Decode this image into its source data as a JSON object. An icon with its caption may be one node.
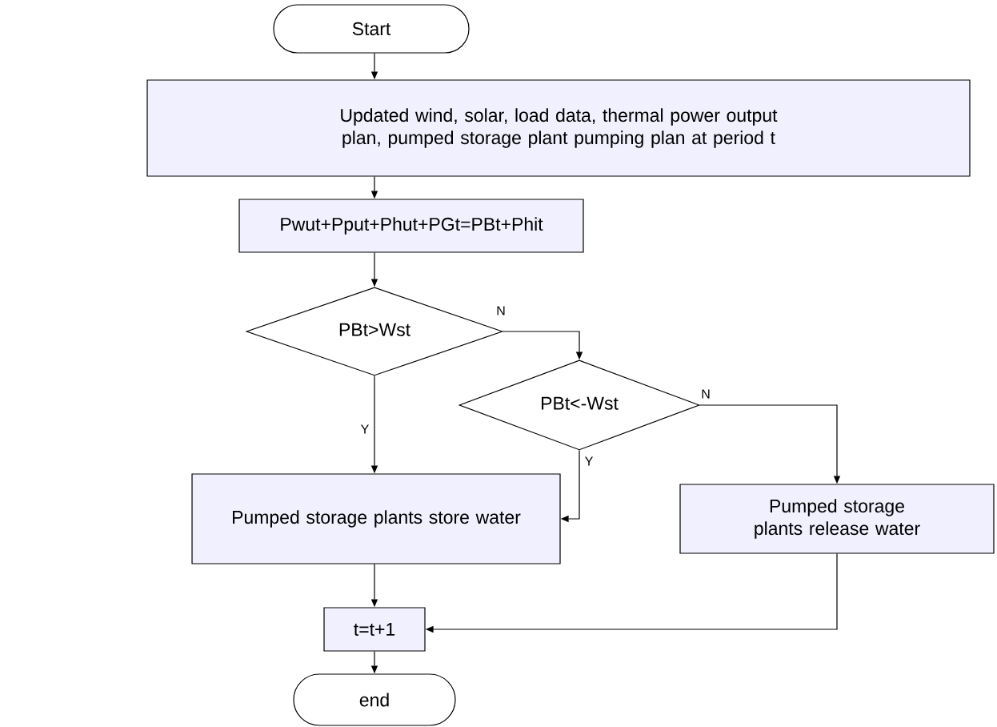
{
  "diagram": {
    "nodes": [
      {
        "text": [
          "Start"
        ]
      },
      {
        "text": [
          "Updated wind, solar, load data, thermal power output plan, pumped storage plant pumping plan at period t"
        ]
      },
      {
        "text": [
          "Pwut+Pput+Phut+PGt=PBt+Phit"
        ]
      },
      {
        "text": [
          "PBt>Wst"
        ]
      },
      {
        "text": [
          "PBt<-Wst"
        ]
      },
      {
        "text": [
          "Pumped storage plants store water"
        ]
      },
      {
        "text": [
          "Pumped storage plants release water"
        ]
      },
      {
        "text": [
          "t=t+1"
        ]
      },
      {
        "text": [
          "end"
        ]
      }
    ],
    "edges": [
      {
        "from": 0,
        "to": 1,
        "arrow": "to"
      },
      {
        "from": 1,
        "to": 2,
        "arrow": "to"
      },
      {
        "from": 2,
        "to": 3,
        "arrow": "to"
      },
      {
        "from": 3,
        "to": 4,
        "arrow": "to",
        "label": "N"
      },
      {
        "from": 3,
        "to": 5,
        "arrow": "to",
        "label": "Y"
      },
      {
        "from": 4,
        "to": 5,
        "arrow": "to",
        "label": "Y"
      },
      {
        "from": 4,
        "to": 6,
        "arrow": "to",
        "label": "N"
      },
      {
        "from": 5,
        "to": 7,
        "arrow": "to"
      },
      {
        "from": 6,
        "to": 7,
        "arrow": "to"
      },
      {
        "from": 7,
        "to": 8,
        "arrow": "to"
      }
    ]
  }
}
